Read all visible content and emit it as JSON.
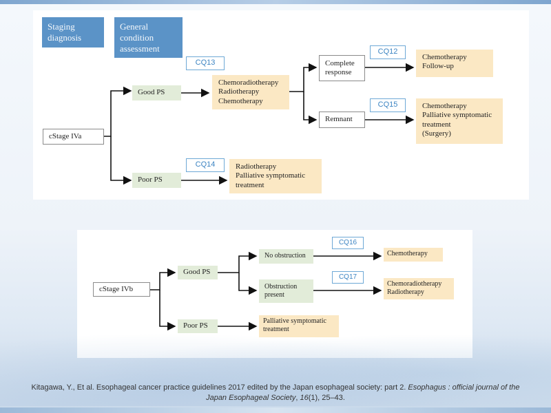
{
  "headers": {
    "staging": "Staging\ndiagnosis",
    "general": "General\ncondition\nassessment"
  },
  "diagram_a": {
    "root": "cStage IVa",
    "good_ps": "Good PS",
    "poor_ps": "Poor PS",
    "cq13": "CQ13",
    "cq14": "CQ14",
    "cq12": "CQ12",
    "cq15": "CQ15",
    "good_treatment": "Chemoradiotherapy\nRadiotherapy\nChemotherapy",
    "poor_treatment": "Radiotherapy\nPalliative symptomatic\ntreatment",
    "complete_response": "Complete\nresponse",
    "remnant": "Remnant",
    "complete_treatment": "Chemotherapy\nFollow-up",
    "remnant_treatment": "Chemotherapy\nPalliative symptomatic\ntreatment\n(Surgery)"
  },
  "diagram_b": {
    "root": "cStage IVb",
    "good_ps": "Good PS",
    "poor_ps": "Poor PS",
    "no_obstruction": "No obstruction",
    "obstruction": "Obstruction\npresent",
    "cq16": "CQ16",
    "cq17": "CQ17",
    "no_obstruction_treatment": "Chemotherapy",
    "obstruction_treatment": "Chemoradiotherapy\nRadiotherapy",
    "poor_treatment": "Palliative symptomatic\ntreatment"
  },
  "citation": {
    "authors": "Kitagawa,  Y.,  Et al.  Esophageal  cancer  practice guidelines  2017 edited by the Japan  esophageal  society:  part 2. ",
    "journal": "Esophagus : official  journal of the Japan Esophageal  Society",
    "comma1": ", ",
    "volume": "16",
    "rest": "(1),  25–43."
  }
}
